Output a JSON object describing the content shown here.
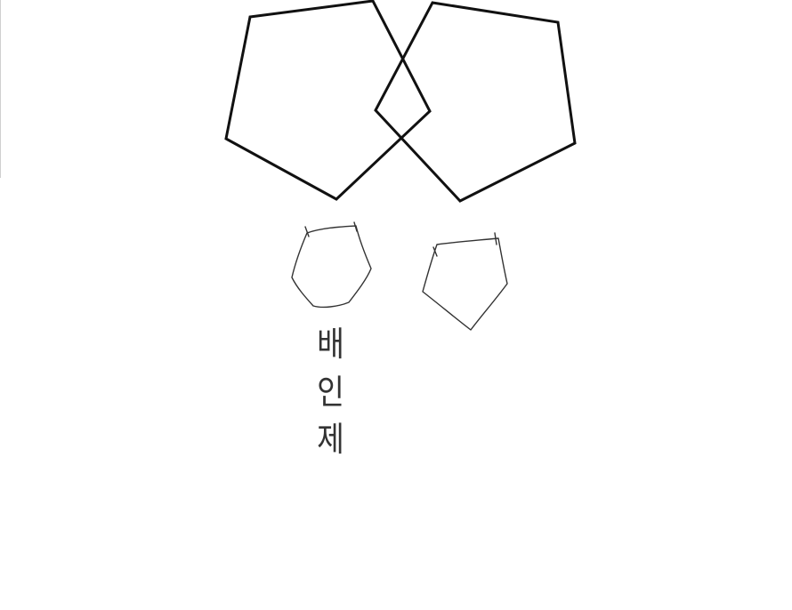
{
  "handwriting": {
    "characters": [
      "배",
      "인",
      "제"
    ]
  },
  "colors": {
    "background": "#ffffff",
    "printed_stroke": "#111111",
    "pencil_stroke": "#333333"
  }
}
